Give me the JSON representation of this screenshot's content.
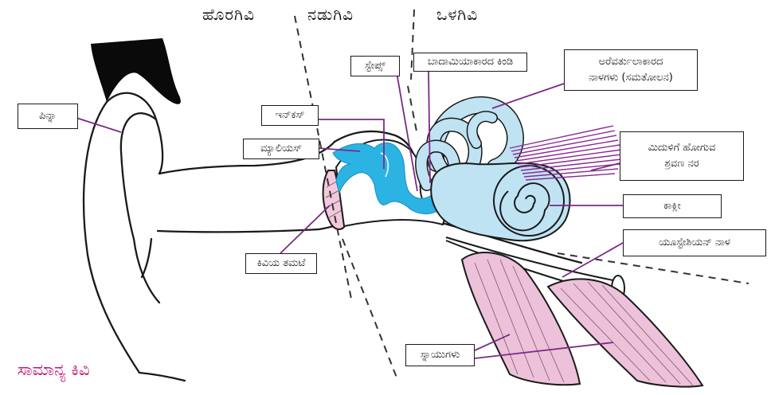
{
  "regions": {
    "outer": "ಹೊರಗಿವಿ",
    "middle": "ನಡುಗಿವಿ",
    "inner": "ಒಳಗಿವಿ"
  },
  "labels": {
    "pinna": "ಪಿನ್ನಾ",
    "incus": "ಇನ್‌ಕಸ್",
    "malleus": "ಮ್ಯಾಲಿಯಸ್",
    "stapes": "ಸ್ಟೇಪ್ಸ್",
    "oval_window": "ಬಾದಾಮಿಯಾಕಾರದ ಕಿಂಡಿ",
    "semicircular_line1": "ಅರೆವರ್ತುಲಾಕಾರದ",
    "semicircular_line2": "ನಾಳಗಳು (ಸಮತೋಲನ)",
    "nerve_line1": "ಮಿದುಳಿಗೆ ಹೋಗುವ",
    "nerve_line2": "ಶ್ರವಣ ನರ",
    "cochlea": "ಕಾಕ್ಲೀ",
    "eustachian": "ಯೂಸ್ಟೇಶಿಯನ್ ನಾಳ",
    "eardrum": "ಕಿವಿಯ ತಮಟೆ",
    "muscles": "ಸ್ನಾಯುಗಳು"
  },
  "caption": "ಸಾಮಾನ್ಯ ಕಿವಿ",
  "colors": {
    "ossicle_blue": "#2bb3e3",
    "inner_ear_blue": "#bfe3f3",
    "eardrum_pink": "#f3c8dc",
    "muscle_pink": "#ecc1d9",
    "nerve_purple": "#8a2b92",
    "leader_purple": "#7b2a86",
    "hair_black": "#0a0a0a",
    "caption_magenta": "#c0187a"
  }
}
